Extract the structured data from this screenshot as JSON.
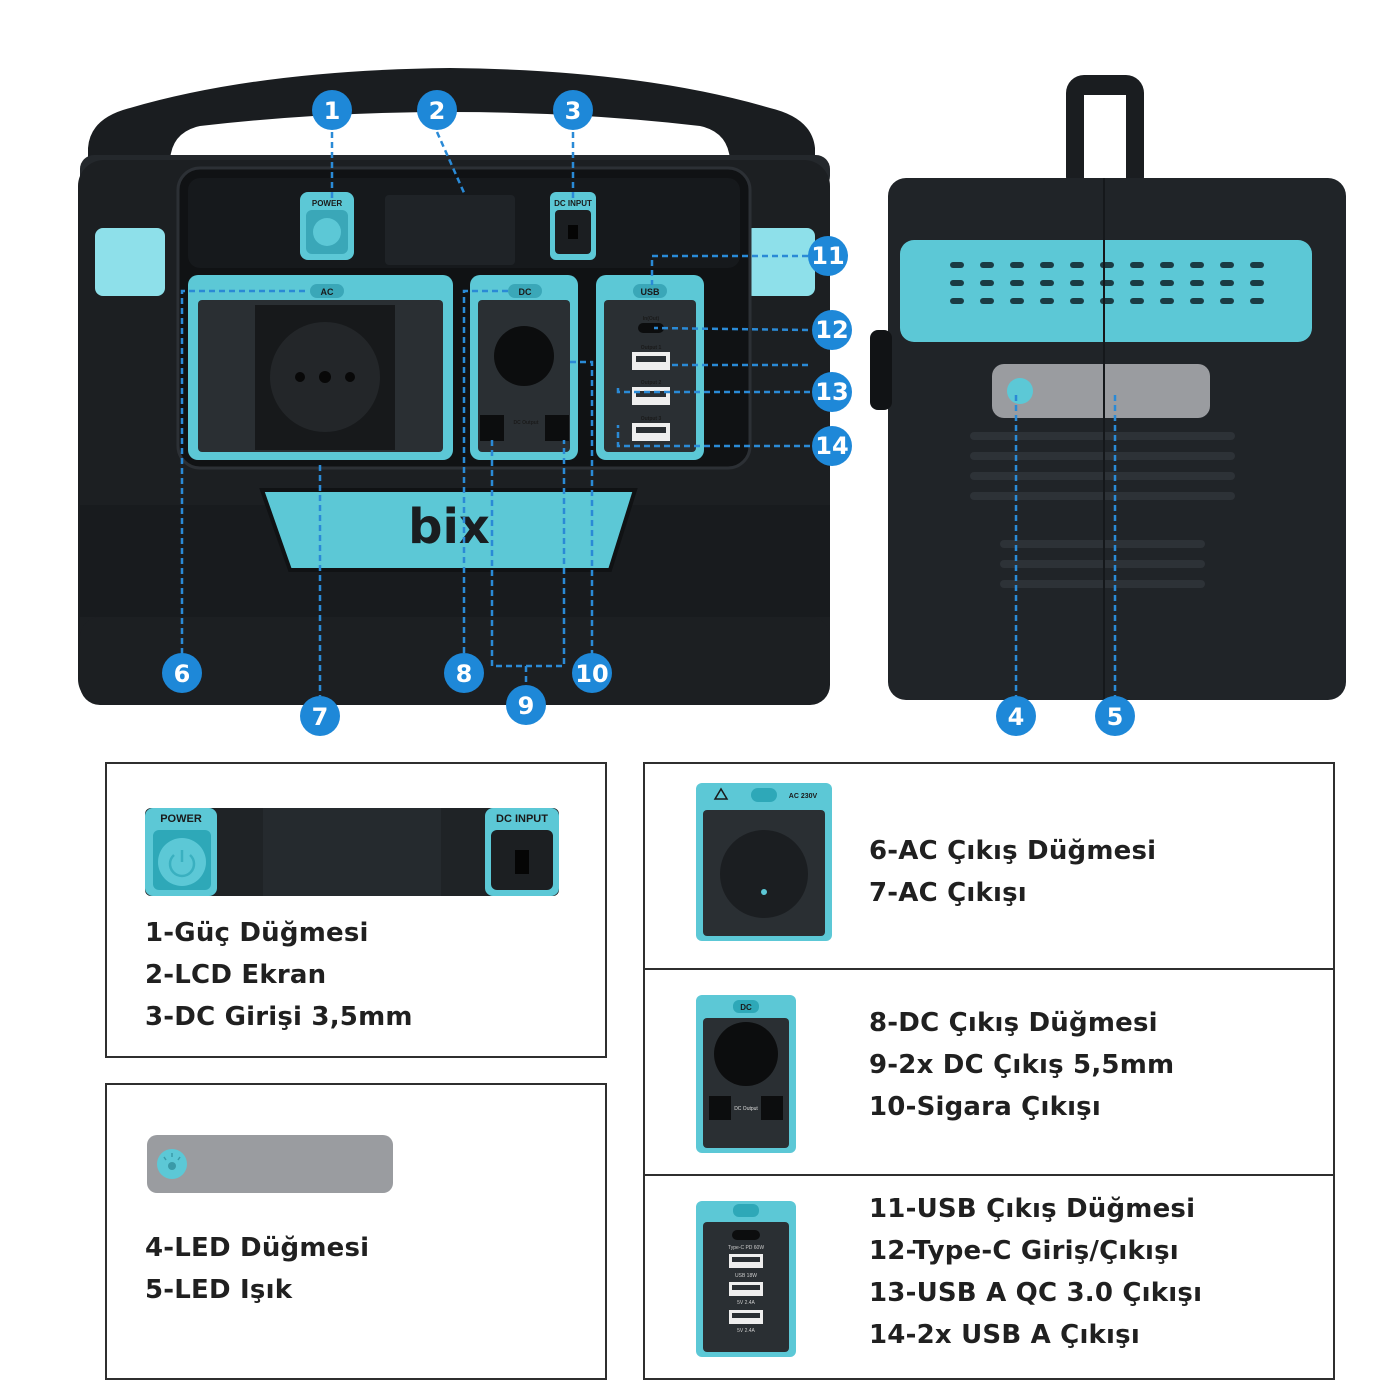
{
  "device": {
    "brand": "bix",
    "front_labels": {
      "power": "POWER",
      "dc_input": "DC INPUT",
      "ac": "AC",
      "dc": "DC",
      "usb": "USB",
      "dc_output": "DC Output",
      "usb_in_out": "In(Out)",
      "output_1": "Output 1",
      "output_2": "Output 2",
      "output_3": "Output 3"
    }
  },
  "callouts": [
    "1",
    "2",
    "3",
    "4",
    "5",
    "6",
    "7",
    "8",
    "9",
    "10",
    "11",
    "12",
    "13",
    "14"
  ],
  "panels": {
    "top_controls": {
      "power_label": "POWER",
      "dc_input_label": "DC INPUT",
      "lines": [
        "1-Güç Düğmesi",
        "2-LCD Ekran",
        "3-DC Girişi 3,5mm"
      ]
    },
    "led": {
      "lines": [
        "4-LED Düğmesi",
        "5-LED Işık"
      ]
    },
    "ac": {
      "thumb_label": "AC 230V",
      "lines": [
        "6-AC Çıkış Düğmesi",
        "7-AC Çıkışı"
      ]
    },
    "dc": {
      "thumb_label": "DC",
      "thumb_output": "DC Output",
      "lines": [
        "8-DC Çıkış Düğmesi",
        "9-2x DC Çıkış 5,5mm",
        "10-Sigara Çıkışı"
      ]
    },
    "usb": {
      "thumb_labels": [
        "Type-C PD 60W",
        "USB 18W",
        "5V 2.4A",
        "5V 2.4A"
      ],
      "lines": [
        "11-USB Çıkış Düğmesi",
        "12-Type-C Giriş/Çıkışı",
        "13-USB A QC 3.0 Çıkışı",
        "14-2x USB A Çıkışı"
      ]
    }
  },
  "colors": {
    "accent": "#5cc8d6",
    "body": "#1c1f22",
    "callout": "#1e88d8",
    "panel_border": "#2f2f2f"
  }
}
